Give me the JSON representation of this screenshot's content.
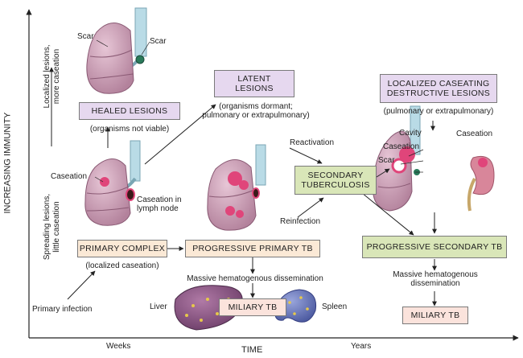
{
  "axes": {
    "y_label": "INCREASING IMMUNITY",
    "y_upper": "Localized lesions, more caseation",
    "y_lower": "Spreading lesions, little caseation",
    "x_label": "TIME",
    "x_weeks": "Weeks",
    "x_years": "Years"
  },
  "labels": {
    "scar_left": "Scar",
    "scar_right": "Scar",
    "caseation": "Caseation",
    "caseation_lymph": "Caseation in lymph node",
    "primary_infection": "Primary infection",
    "reactivation": "Reactivation",
    "reinfection": "Reinfection",
    "cavity": "Cavity",
    "caseation_2": "Caseation",
    "scar_3": "Scar",
    "caseation_kidney": "Caseation",
    "massive_dissem_1": "Massive hematogenous dissemination",
    "massive_dissem_2": "Massive hematogenous dissemination",
    "liver": "Liver",
    "spleen": "Spleen"
  },
  "boxes": {
    "healed": "HEALED LESIONS",
    "healed_note": "(organisms not viable)",
    "latent": "LATENT LESIONS",
    "latent_note": "(organisms dormant; pulmonary or extrapulmonary)",
    "localized": "LOCALIZED CASEATING DESTRUCTIVE LESIONS",
    "localized_note": "(pulmonary or extrapulmonary)",
    "secondary": "SECONDARY TUBERCULOSIS",
    "primary_complex": "PRIMARY COMPLEX",
    "primary_complex_note": "(localized caseation)",
    "progressive_primary": "PROGRESSIVE PRIMARY TB",
    "progressive_secondary": "PROGRESSIVE SECONDARY TB",
    "miliary_1": "MILIARY TB",
    "miliary_2": "MILIARY TB"
  },
  "colors": {
    "lung": "#c9a0b6",
    "lung_dark": "#9a6a84",
    "trachea": "#b9dbe6",
    "caseation": "#e0457a",
    "liver": "#8a5a8a",
    "spleen": "#6f7fc0",
    "kidney": "#d8869a"
  }
}
